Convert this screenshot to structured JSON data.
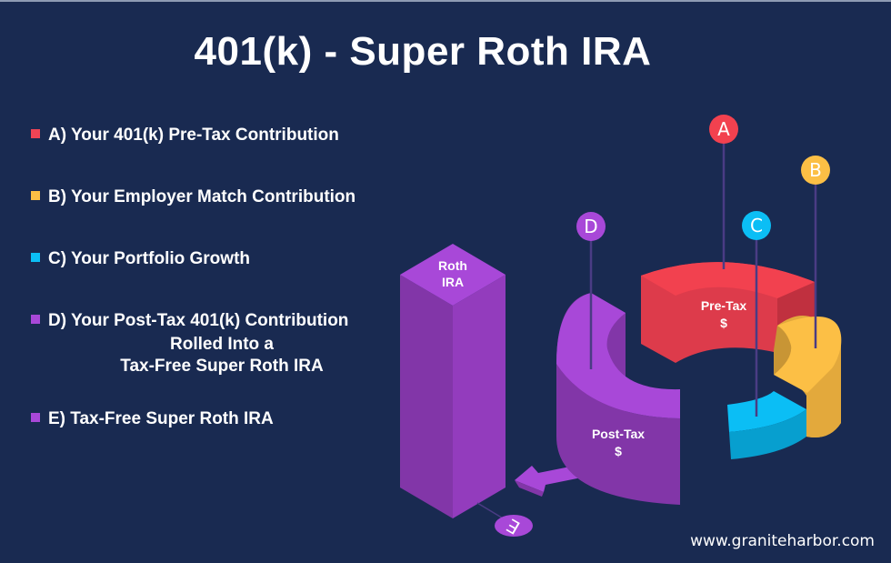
{
  "title": "401(k) - Super Roth IRA",
  "legend": {
    "items": [
      {
        "key": "A",
        "label": "A) Your 401(k) Pre-Tax Contribution",
        "color": "#ef4455"
      },
      {
        "key": "B",
        "label": "B) Your Employer Match Contribution",
        "color": "#fcbf45"
      },
      {
        "key": "C",
        "label": "C) Your Portfolio Growth",
        "color": "#0bbef5"
      },
      {
        "key": "D",
        "label": "D) Your Post-Tax 401(k) Contribution",
        "sublines": [
          "Rolled Into a",
          "Tax-Free Super Roth IRA"
        ],
        "color": "#a848d8"
      },
      {
        "key": "E",
        "label": "E) Tax-Free Super Roth IRA",
        "color": "#a848d8"
      }
    ]
  },
  "diagram": {
    "markers": [
      {
        "letter": "A",
        "color": "#f2414f"
      },
      {
        "letter": "B",
        "color": "#fcbf45"
      },
      {
        "letter": "C",
        "color": "#0bbef5"
      },
      {
        "letter": "D",
        "color": "#a848d8"
      },
      {
        "letter": "E",
        "color": "#a848d8"
      }
    ],
    "segments": {
      "pre_tax": {
        "line1": "Pre-Tax",
        "line2": "$"
      },
      "post_tax": {
        "line1": "Post-Tax",
        "line2": "$"
      }
    },
    "pillar": {
      "line1": "Roth",
      "line2": "IRA"
    }
  },
  "footer": {
    "website": "www.graniteharbor.com"
  },
  "colors": {
    "background": "#192a51",
    "red": "#f2414f",
    "yellow": "#fcbf45",
    "cyan": "#0bbef5",
    "purple": "#a848d8",
    "leader_line": "#4a3c84"
  }
}
